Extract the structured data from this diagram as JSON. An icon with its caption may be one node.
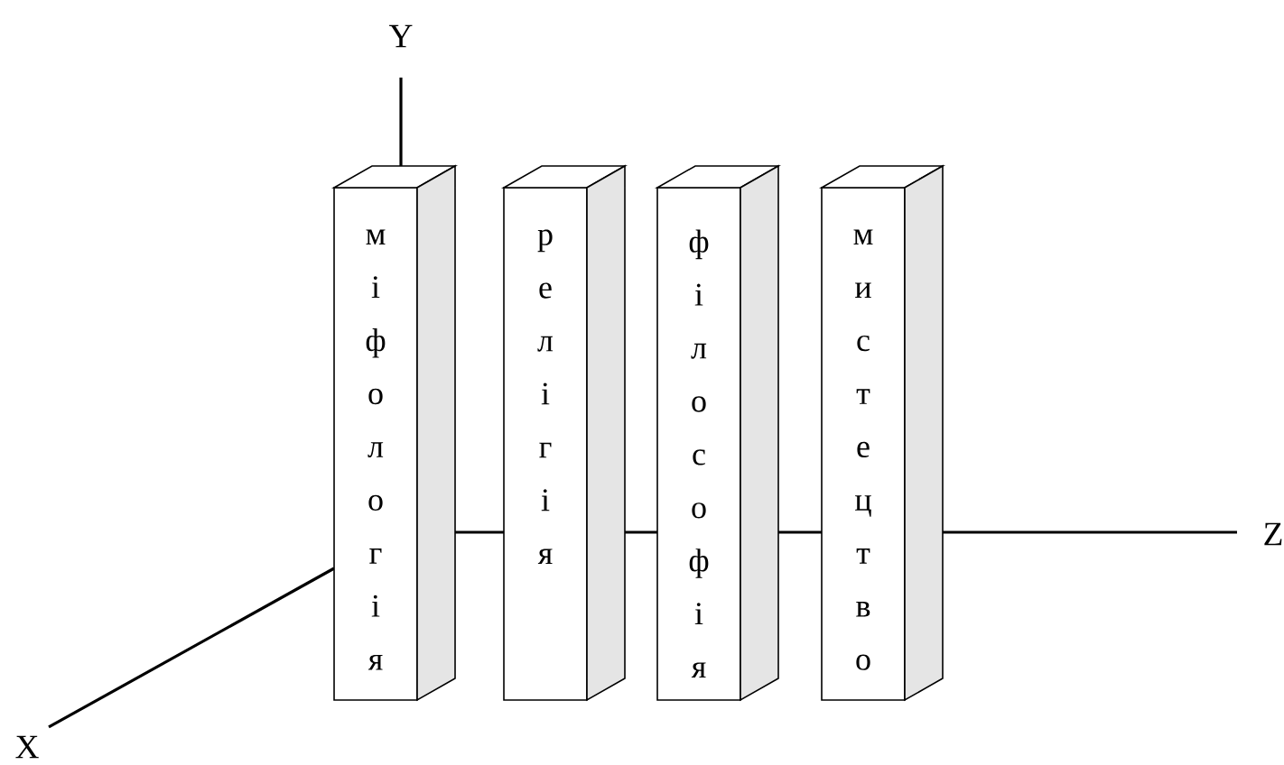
{
  "diagram": {
    "nodes": [
      {
        "text": [
          "міфологія"
        ]
      },
      {
        "text": [
          "релігія"
        ]
      },
      {
        "text": [
          "філософія"
        ]
      },
      {
        "text": [
          "мистецтво"
        ]
      }
    ],
    "labels": [
      "Y",
      "Z",
      "X"
    ]
  }
}
